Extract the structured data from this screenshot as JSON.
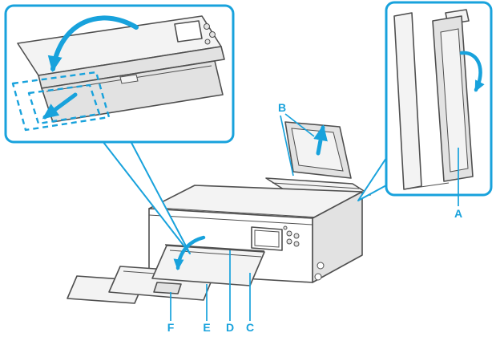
{
  "colors": {
    "accent": "#18a2dc",
    "outline": "#4f4f4f",
    "fill_light": "#f3f3f3",
    "fill_mid": "#e2e2e2",
    "background": "#ffffff"
  },
  "labels": {
    "a": "A",
    "b": "B",
    "c": "C",
    "d": "D",
    "e": "E",
    "f": "F"
  }
}
